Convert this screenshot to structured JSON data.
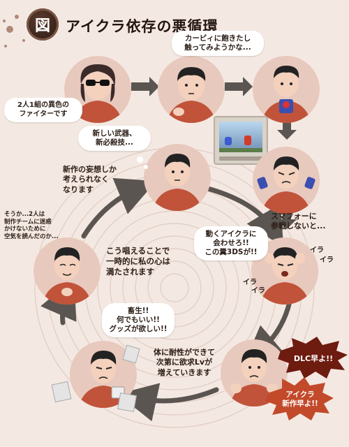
{
  "title": {
    "badge": "図",
    "text": "アイクラ依存の悪循環"
  },
  "top_row": {
    "speech_left": "2人1組の異色の\nファイターです",
    "speech_top": "カービィに飽きたし\n触ってみようかな..."
  },
  "cycle": {
    "thought_top": "新しい武器、\n新必殺技...",
    "caption_left_top": "新作の妄想しか\n考えられなく\nなります",
    "caption_right": "スマフォーに\n参戦しないと...",
    "speech_center": "動くアイクラに\n会わせろ!!\nこの糞3DSが!!",
    "irritation": [
      "イラ",
      "イラ",
      "イラ",
      "イラ"
    ],
    "whisper_left": "そうか...2人は\n制作チームに迷惑\nかけないために\n空気を読んだのか...",
    "caption_center": "こう唱えることで\n一時的に私の心は\n満たされます",
    "speech_bottom_left": "畜生!!\n何でもいい!!\nグッズが欲しい!!",
    "caption_bottom": "体に耐性ができて\n次第に欲求Lvが\n増えていきます",
    "burst_dlc": "DLC早よ!!",
    "burst_new": "アイクラ\n新作早よ!!"
  },
  "colors": {
    "accent": "#c24a2a",
    "ring": "#8a6a5e",
    "arrow": "#5b5551",
    "bg": "#f4e9e2",
    "badge": "#2b1a12"
  }
}
